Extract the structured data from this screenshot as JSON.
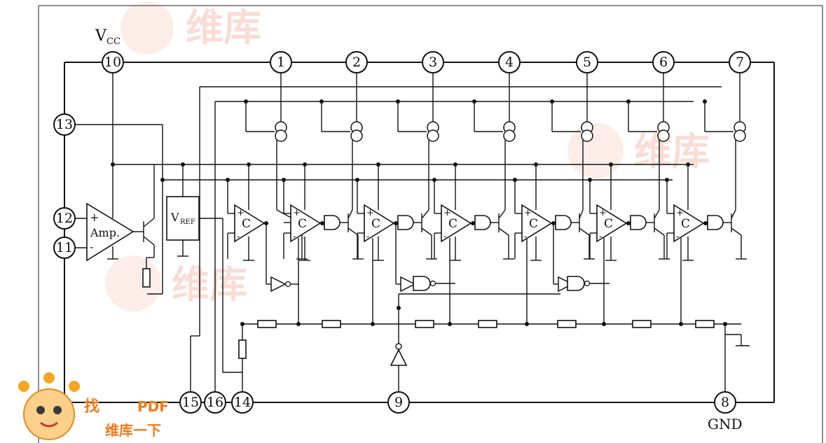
{
  "labels": {
    "vcc": "V",
    "vcc_sub": "CC",
    "gnd": "GND",
    "vref": "V",
    "vref_sub": "REF",
    "amp": "Amp.",
    "comparator": "C",
    "plus": "+",
    "minus": "-"
  },
  "pins": {
    "p1": "1",
    "p2": "2",
    "p3": "3",
    "p4": "4",
    "p5": "5",
    "p6": "6",
    "p7": "7",
    "p8": "8",
    "p9": "9",
    "p10": "10",
    "p11": "11",
    "p12": "12",
    "p13": "13",
    "p14": "14",
    "p15": "15",
    "p16": "16"
  },
  "watermark": {
    "brand": "维库",
    "badge_find": "找",
    "badge_pdf": "PDF",
    "badge_line2": "维库一下"
  },
  "colors": {
    "ink": "#111111",
    "watermark": "#f2b3a4",
    "badge_orange": "#f07a1a"
  }
}
